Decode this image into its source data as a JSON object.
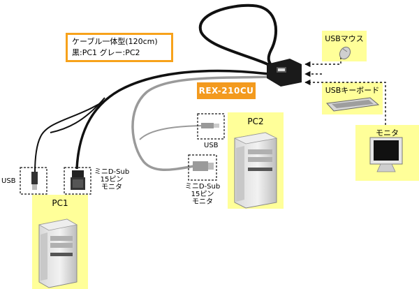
{
  "callout": {
    "line1": "ケーブル一体型(120cm)",
    "line2": "黒:PC1 グレー:PC2"
  },
  "product_label": "REX-210CU",
  "devices": {
    "usb_mouse": "USBマウス",
    "usb_keyboard": "USBキーボード",
    "monitor": "モニタ"
  },
  "pc1": {
    "title": "PC1",
    "usb_label": "USB",
    "vga_label_1": "ミニD-Sub",
    "vga_label_2": "15ピン",
    "vga_label_3": "モニタ"
  },
  "pc2": {
    "title": "PC2",
    "usb_label": "USB",
    "vga_label_1": "ミニD-Sub",
    "vga_label_2": "15ピン",
    "vga_label_3": "モニタ"
  },
  "colors": {
    "panel_yellow": "#ffff99",
    "callout_border": "#f7a21b",
    "badge_orange": "#f39a1e",
    "cable_black": "#111111",
    "cable_gray": "#9a9a9a"
  }
}
